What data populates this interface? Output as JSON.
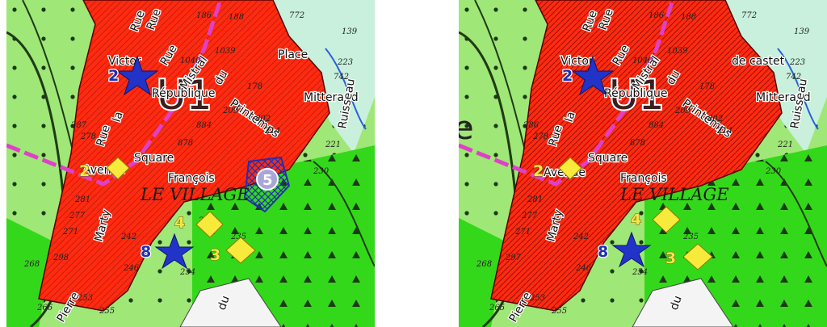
{
  "panels": [
    {
      "id": "left",
      "zone_label": "U1",
      "village_label": "LE VILLAGE",
      "streets": [
        "Rue",
        "Rue",
        "Rue",
        "Mistral",
        "du",
        "Printemps",
        "Place",
        "Mitterand",
        "République",
        "Victor",
        "Rue",
        "la",
        "Avenue",
        "Square",
        "François",
        "Marty",
        "Ruisseau",
        "du",
        "Pierre"
      ],
      "parcels": [
        "186",
        "188",
        "772",
        "139",
        "1040",
        "1039",
        "178",
        "223",
        "742",
        "209",
        "802",
        "214",
        "287",
        "278",
        "878",
        "221",
        "230",
        "281",
        "277",
        "235",
        "236",
        "242",
        "246",
        "253",
        "255",
        "266",
        "254",
        "268",
        "298",
        "271",
        "884"
      ],
      "markers": [
        {
          "number": "2",
          "kind": "star"
        },
        {
          "number": "2",
          "kind": "diamond"
        },
        {
          "number": "4",
          "kind": "diamond"
        },
        {
          "number": "3",
          "kind": "diamond"
        },
        {
          "number": "8",
          "kind": "star"
        },
        {
          "number": "5",
          "kind": "hatched-zone"
        }
      ]
    },
    {
      "id": "right",
      "zone_label": "U1",
      "village_label": "LE VILLAGE",
      "clipped_text": "e",
      "streets": [
        "Rue",
        "Rue",
        "Rue",
        "Mistral",
        "du",
        "Printemps",
        "de castet",
        "Mitterand",
        "République",
        "Victor",
        "Rue",
        "la",
        "Avenue",
        "Square",
        "François",
        "Marty",
        "Ruisseau",
        "du",
        "Pierre"
      ],
      "parcels": [
        "186",
        "188",
        "772",
        "139",
        "1040",
        "1039",
        "178",
        "223",
        "742",
        "209",
        "802",
        "214",
        "286",
        "278",
        "878",
        "221",
        "230",
        "281",
        "277",
        "235",
        "236",
        "242",
        "246",
        "253",
        "255",
        "265",
        "254",
        "268",
        "297",
        "271",
        "884"
      ],
      "markers": [
        {
          "number": "2",
          "kind": "star"
        },
        {
          "number": "2",
          "kind": "diamond"
        },
        {
          "number": "4",
          "kind": "diamond"
        },
        {
          "number": "3",
          "kind": "diamond"
        },
        {
          "number": "8",
          "kind": "star"
        }
      ]
    }
  ],
  "colors": {
    "urban_zone": "#ff2a10",
    "natural_zone": "#a6f07a",
    "bright_zone": "#34d81a",
    "water_zone": "#c8f0dc",
    "marker_star": "#2233c8",
    "marker_diamond": "#f7ea3a",
    "route_line": "#e040c8"
  }
}
